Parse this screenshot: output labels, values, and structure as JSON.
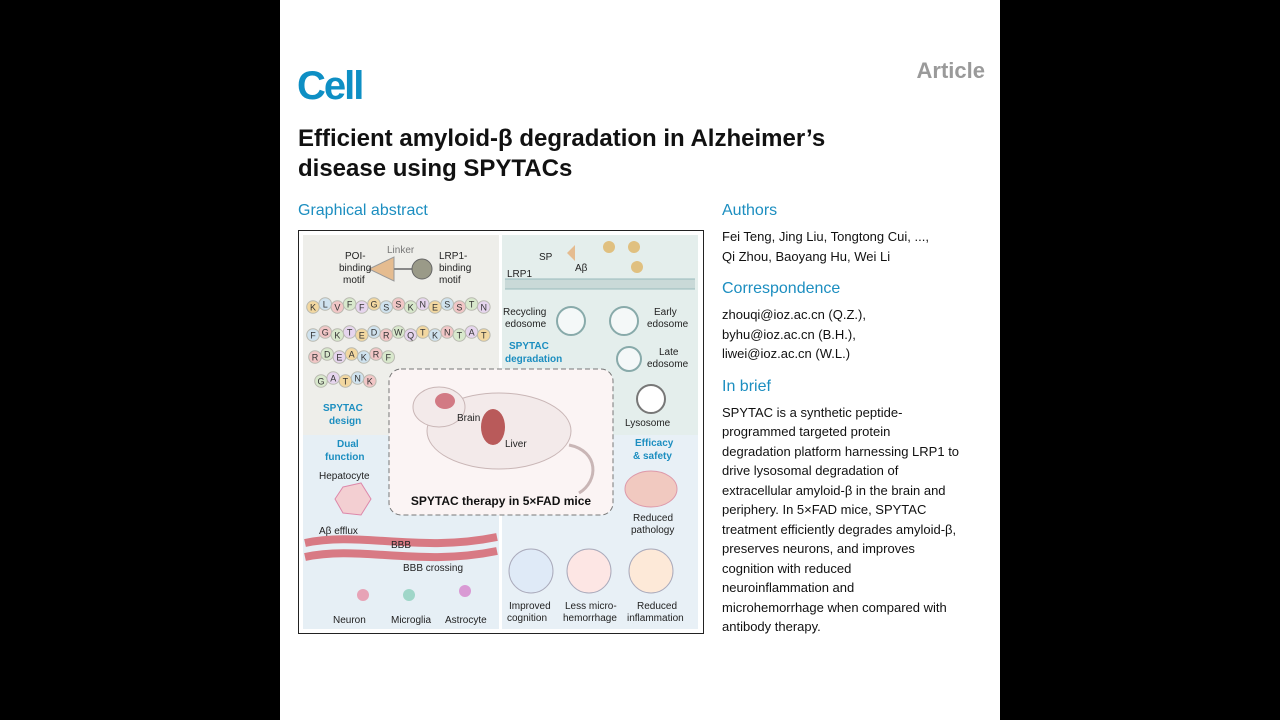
{
  "header": {
    "logo": "Cell",
    "article_type": "Article"
  },
  "title_lines": [
    "Efficient amyloid-β degradation in Alzheimer’s",
    "disease using SPYTACs"
  ],
  "graphical_abstract": {
    "heading": "Graphical abstract",
    "design": {
      "poi_label": [
        "POI-",
        "binding",
        "motif"
      ],
      "linker_label": "Linker",
      "lrp1_label": [
        "LRP1-",
        "binding",
        "motif"
      ],
      "peptide_rows": [
        [
          "K",
          "L",
          "V",
          "F",
          "F",
          "G",
          "S",
          "S",
          "K",
          "N",
          "E",
          "S",
          "S",
          "T",
          "N"
        ],
        [
          "F",
          "G",
          "K",
          "T",
          "E",
          "D",
          "R",
          "W",
          "Q",
          "T",
          "K",
          "N",
          "T",
          "A",
          "T"
        ],
        [
          "R",
          "D",
          "E",
          "A",
          "K",
          "R",
          "F"
        ],
        [
          "G",
          "A",
          "T",
          "N",
          "K"
        ]
      ],
      "label": [
        "SPYTAC",
        "design"
      ]
    },
    "degradation": {
      "sp_label": "SP",
      "ab_label": "Aβ",
      "lrp1_label": "LRP1",
      "recycling_label": [
        "Recycling",
        "edosome"
      ],
      "early_label": [
        "Early",
        "edosome"
      ],
      "late_label": [
        "Late",
        "edosome"
      ],
      "lysosome_label": "Lysosome",
      "label": [
        "SPYTAC",
        "degradation"
      ]
    },
    "therapy": {
      "brain_label": "Brain",
      "liver_label": "Liver",
      "caption": "SPYTAC therapy in 5×FAD mice"
    },
    "dual_function": {
      "label": [
        "Dual",
        "function"
      ],
      "hepatocyte_label": "Hepatocyte",
      "efflux_label": "Aβ efflux",
      "bbb_label": "BBB",
      "crossing_label": "BBB crossing",
      "cells": [
        "Neuron",
        "Microglia",
        "Astrocyte"
      ]
    },
    "efficacy": {
      "label": [
        "Efficacy",
        "& safety"
      ],
      "reduced_pathology": [
        "Reduced",
        "pathology"
      ],
      "outcomes": [
        [
          "Improved",
          "cognition"
        ],
        [
          "Less micro-",
          "hemorrhage"
        ],
        [
          "Reduced",
          "inflammation"
        ]
      ]
    }
  },
  "authors": {
    "heading": "Authors",
    "lines": [
      "Fei Teng, Jing Liu, Tongtong Cui, ...,",
      "Qi Zhou, Baoyang Hu, Wei Li"
    ]
  },
  "correspondence": {
    "heading": "Correspondence",
    "lines": [
      "zhouqi@ioz.ac.cn (Q.Z.),",
      "byhu@ioz.ac.cn (B.H.),",
      "liwei@ioz.ac.cn (W.L.)"
    ]
  },
  "in_brief": {
    "heading": "In brief",
    "lines": [
      "SPYTAC is a synthetic peptide-",
      "programmed targeted protein",
      "degradation platform harnessing LRP1 to",
      "drive lysosomal degradation of",
      "extracellular amyloid-β in the brain and",
      "periphery. In 5×FAD mice, SPYTAC",
      "treatment efficiently degrades amyloid-β,",
      "preserves neurons, and improves",
      "cognition with reduced",
      "neuroinflammation and",
      "microhemorrhage when compared with",
      "antibody therapy."
    ]
  },
  "colors": {
    "brand": "#0e8fc4",
    "section_heading": "#1c8ec0",
    "article_label": "#9a9a9a"
  }
}
